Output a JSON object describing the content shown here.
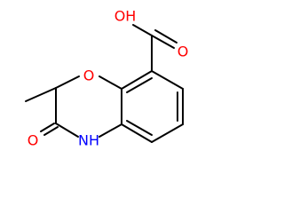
{
  "molecule": {
    "atoms": {
      "ether_oxygen": "O",
      "carbonyl_oxygen": "O",
      "amide_nh": "NH",
      "hydroxyl": "OH",
      "acid_carbonyl_oxygen": "O"
    },
    "colors": {
      "bond": "#000000",
      "oxygen": "#ff0000",
      "nitrogen": "#0000ff",
      "background": "#ffffff"
    }
  }
}
